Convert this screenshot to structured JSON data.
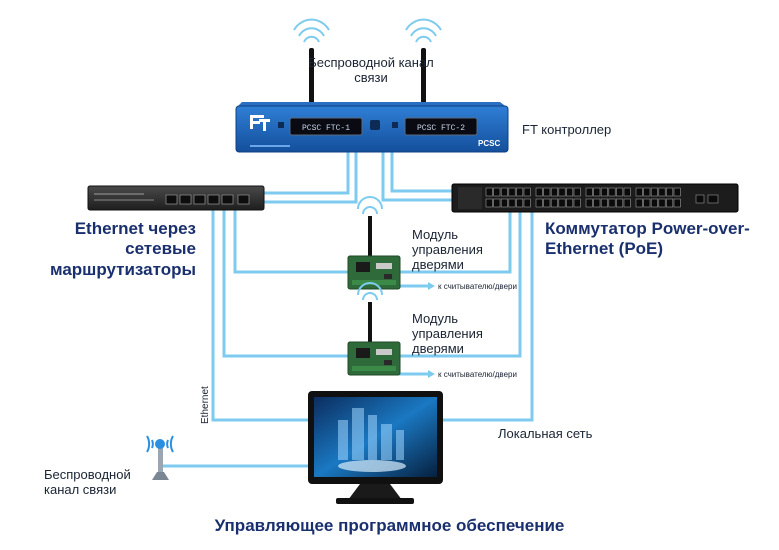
{
  "labels": {
    "wireless_top": "Беспроводной канал связи",
    "ft_controller": "FT контроллер",
    "ethernet_routers": "Ethernet через сетевые маршрутизаторы",
    "poe_switch": "Коммутатор Power-over-Ethernet (PoE)",
    "door_module_1": "Модуль управления дверями",
    "door_module_2": "Модуль управления дверями",
    "to_reader_1": "к считывателю/двери",
    "to_reader_2": "к считывателю/двери",
    "ethernet_vertical": "Ethernet",
    "lan": "Локальная сеть",
    "wireless_bottom": "Беспроводной канал связи",
    "software": "Управляющее программное обеспечение"
  },
  "device_text": {
    "display_1": "PCSC FTC-1",
    "display_2": "PCSC FTC-2",
    "brand": "PCSC"
  },
  "colors": {
    "cable": "#7ecbef",
    "controller_blue": "#1b5fb3",
    "label_navy": "#1a2f6e",
    "switch_dark": "#1c1c1c"
  }
}
